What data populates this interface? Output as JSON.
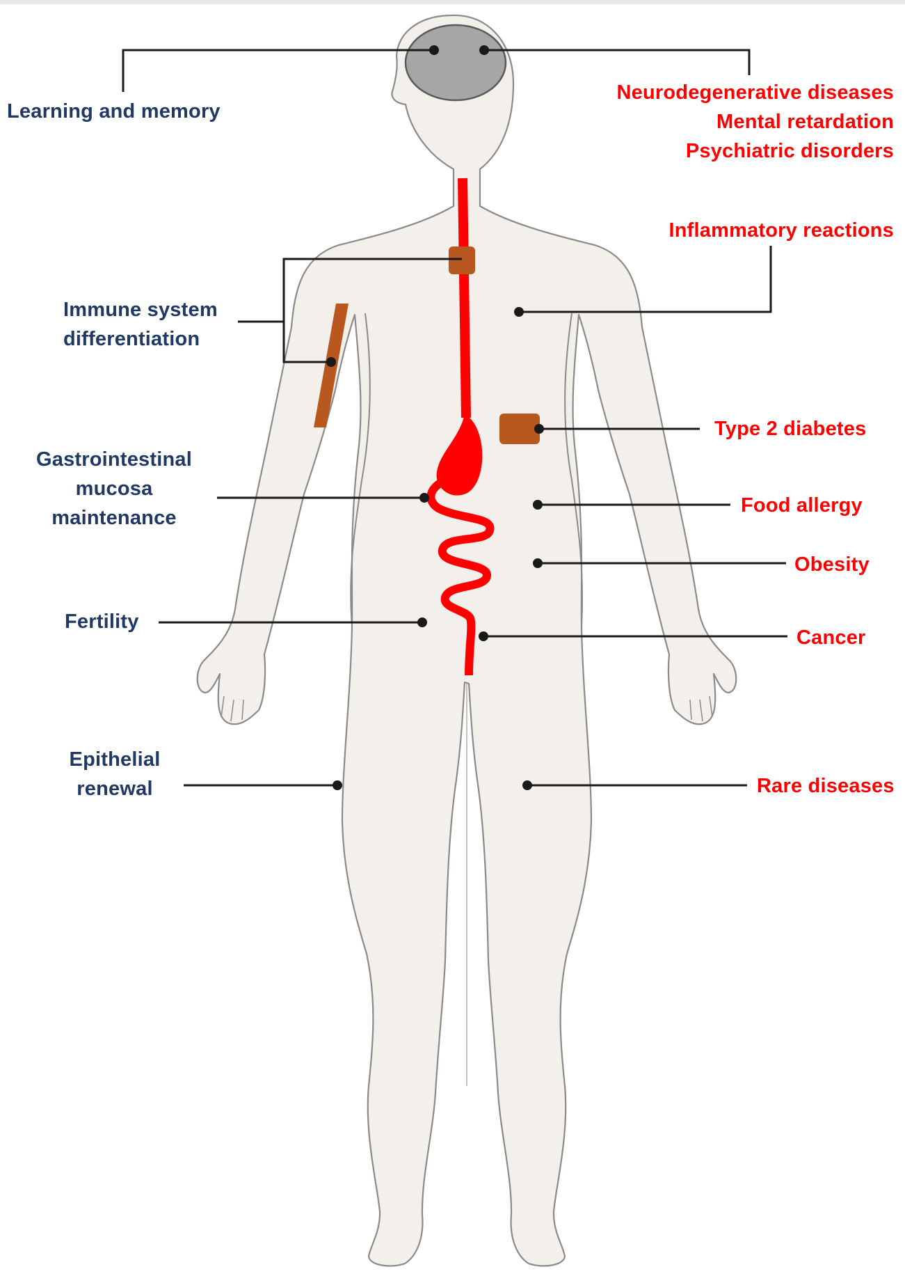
{
  "colors": {
    "function_text": "#1f3864",
    "disease_text": "#ff0000",
    "body_fill": "#f3f0ec",
    "body_outline": "#8a8a8a",
    "brain_fill": "#a6a6a6",
    "gut_red": "#ff0000",
    "immune_organ": "#b8581f",
    "leader_line": "#1a1a1a"
  },
  "icons": {
    "body": "human-body-outline-icon",
    "brain": "brain-icon",
    "gut": "gastrointestinal-tract-icon",
    "thymus": "thymus-icon",
    "bone_marrow": "bone-marrow-icon",
    "pancreas": "pancreas-icon"
  },
  "functions": {
    "learning": "Learning and memory",
    "immune": [
      "Immune system",
      "differentiation"
    ],
    "gastro": [
      "Gastrointestinal",
      "mucosa",
      "maintenance"
    ],
    "fertility": "Fertility",
    "epithelial": [
      "Epithelial",
      "renewal"
    ]
  },
  "diseases": {
    "neuro": [
      "Neurodegenerative diseases",
      "Mental retardation",
      "Psychiatric disorders"
    ],
    "inflammatory": "Inflammatory reactions",
    "diabetes": "Type 2 diabetes",
    "allergy": "Food allergy",
    "obesity": "Obesity",
    "cancer": "Cancer",
    "rare": "Rare diseases"
  }
}
